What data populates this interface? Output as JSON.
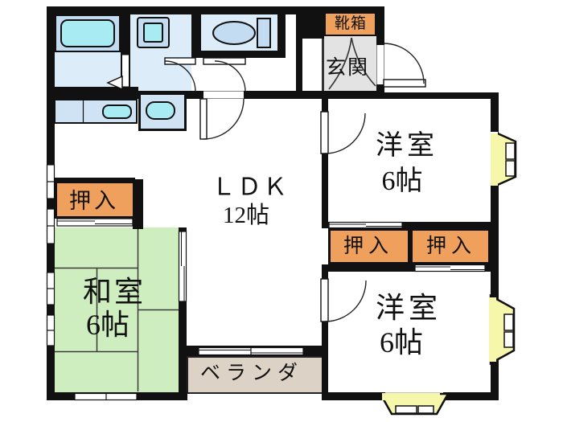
{
  "floorplan": {
    "rooms": {
      "ldk": {
        "label": "ＬＤＫ",
        "size": "12帖"
      },
      "washitsu": {
        "label": "和室",
        "size": "6帖"
      },
      "yoshitsu_top": {
        "label": "洋室",
        "size": "6帖"
      },
      "yoshitsu_bottom": {
        "label": "洋室",
        "size": "6帖"
      },
      "genkan": {
        "label": "玄関"
      },
      "kutsubako": {
        "label": "靴箱"
      },
      "veranda": {
        "label": "ベランダ"
      }
    },
    "labels": {
      "oshiire": "押入"
    },
    "fixtures": [
      "bathtub",
      "washing-machine",
      "toilet",
      "kitchen-counter-sink",
      "kitchen-sink-unit"
    ],
    "colors": {
      "wall": "#111111",
      "wet-room-floor": "#dcecf8",
      "fixture-panel": "#c3dcf2",
      "fixture-cyan": "#a9ebf2",
      "kitchen-counter": "#cfe3f5",
      "closet-orange": "#efa05c",
      "tatami-green": "#cfeebf",
      "bay-window-yellow": "#f7f7ac",
      "veranda-beige": "#ddd2c6",
      "genkan-gray": "#e3e3e3"
    }
  }
}
